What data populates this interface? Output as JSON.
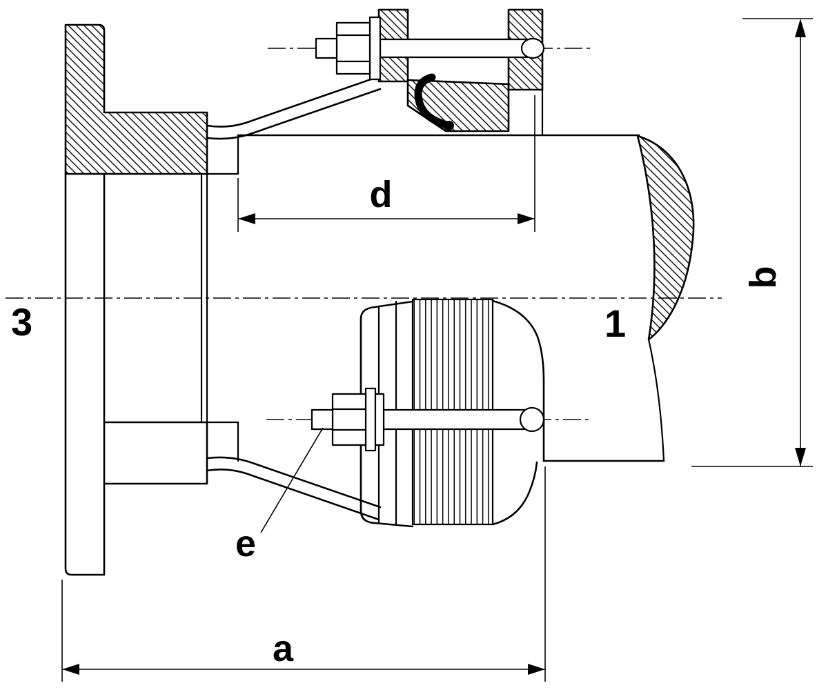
{
  "drawing": {
    "background_color": "#ffffff",
    "line_color": "#000000",
    "labels": {
      "dim_d": "d",
      "dim_b": "b",
      "dim_a": "a",
      "callout_e": "e",
      "part_1": "1",
      "part_3": "3"
    }
  }
}
